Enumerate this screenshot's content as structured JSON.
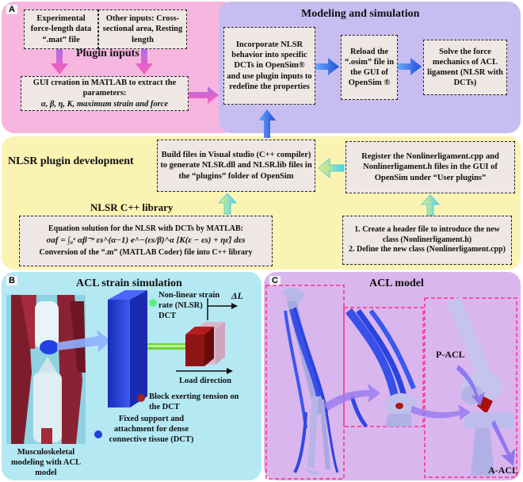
{
  "panels": {
    "a_letter": "A",
    "b_letter": "B",
    "c_letter": "C"
  },
  "headings": {
    "plugin_inputs": "Plugin inputs",
    "modeling": "Modeling and simulation",
    "plugin_dev": "NLSR plugin development",
    "cpp_library": "NLSR C++ library",
    "acl_strain": "ACL strain simulation",
    "acl_model": "ACL model"
  },
  "boxes": {
    "exp_data": "Experimental force-length data “.mat” file",
    "other_inputs": "Other inputs: Cross-sectional area, Resting length",
    "gui_creation": "GUI creation in MATLAB to extract the parameters:",
    "gui_params": "α, β, η, K, maximum strain and force",
    "incorporate": "Incorporate NLSR behavior into specific DCTs in OpenSim® and use plugin inputs to redefine the properties",
    "reload": "Reload the “.osim” file in the GUI of OpenSim ®",
    "solve": "Solve the force mechanics of ACL ligament (NLSR with DCTs)",
    "build": "Build files in Visual studio (C++ compiler) to generate NLSR.dll and NLSR.lib files in the “plugins” folder of OpenSim",
    "register": "Register the Nonlinerligament.cpp and Nonlinerligament.h files in the GUI of OpenSim under “User plugins”",
    "equation_title": "Equation solution for the NLSR with DCTs by MATLAB:",
    "equation": "σaf = ∫₀ᵉ αβ⁻ᵅ εs^(α−1) e^−(εs/β)^α [K(ε − εs) + ηε̇] dεs",
    "conversion": "Conversion of the “.m” (MATLAB Coder) file into C++ library",
    "header_step1": "1. Create a header file to introduce the new class (Nonlinerligament.h)",
    "header_step2": "2. Define the new class (Nonlinerligament.cpp)"
  },
  "strain_labels": {
    "nlsr_dct": "Non-linear strain rate (NLSR) DCT",
    "delta_l": "ΔL",
    "load_direction": "Load direction",
    "block": "Block exerting tension on the DCT",
    "fixed_support": "Fixed support and attachment for dense connective tissue (DCT)",
    "musculoskeletal": "Musculoskeletal modeling with ACL model"
  },
  "acl_labels": {
    "p_acl": "P-ACL",
    "a_acl": "A-ACL"
  },
  "colors": {
    "pink_region": "#f6b6df",
    "lavender_region": "#c7bdf0",
    "yellow_region": "#fbf3b2",
    "cyan_region": "#b4e8f3",
    "violet_region": "#dab6ee",
    "box_fill": "#efe7e4",
    "dct_blue": "#2b43d9",
    "block_red": "#8f1414",
    "dot_green": "#5cf07a",
    "dot_red": "#a02222",
    "dot_blue": "#1f3fe0"
  }
}
